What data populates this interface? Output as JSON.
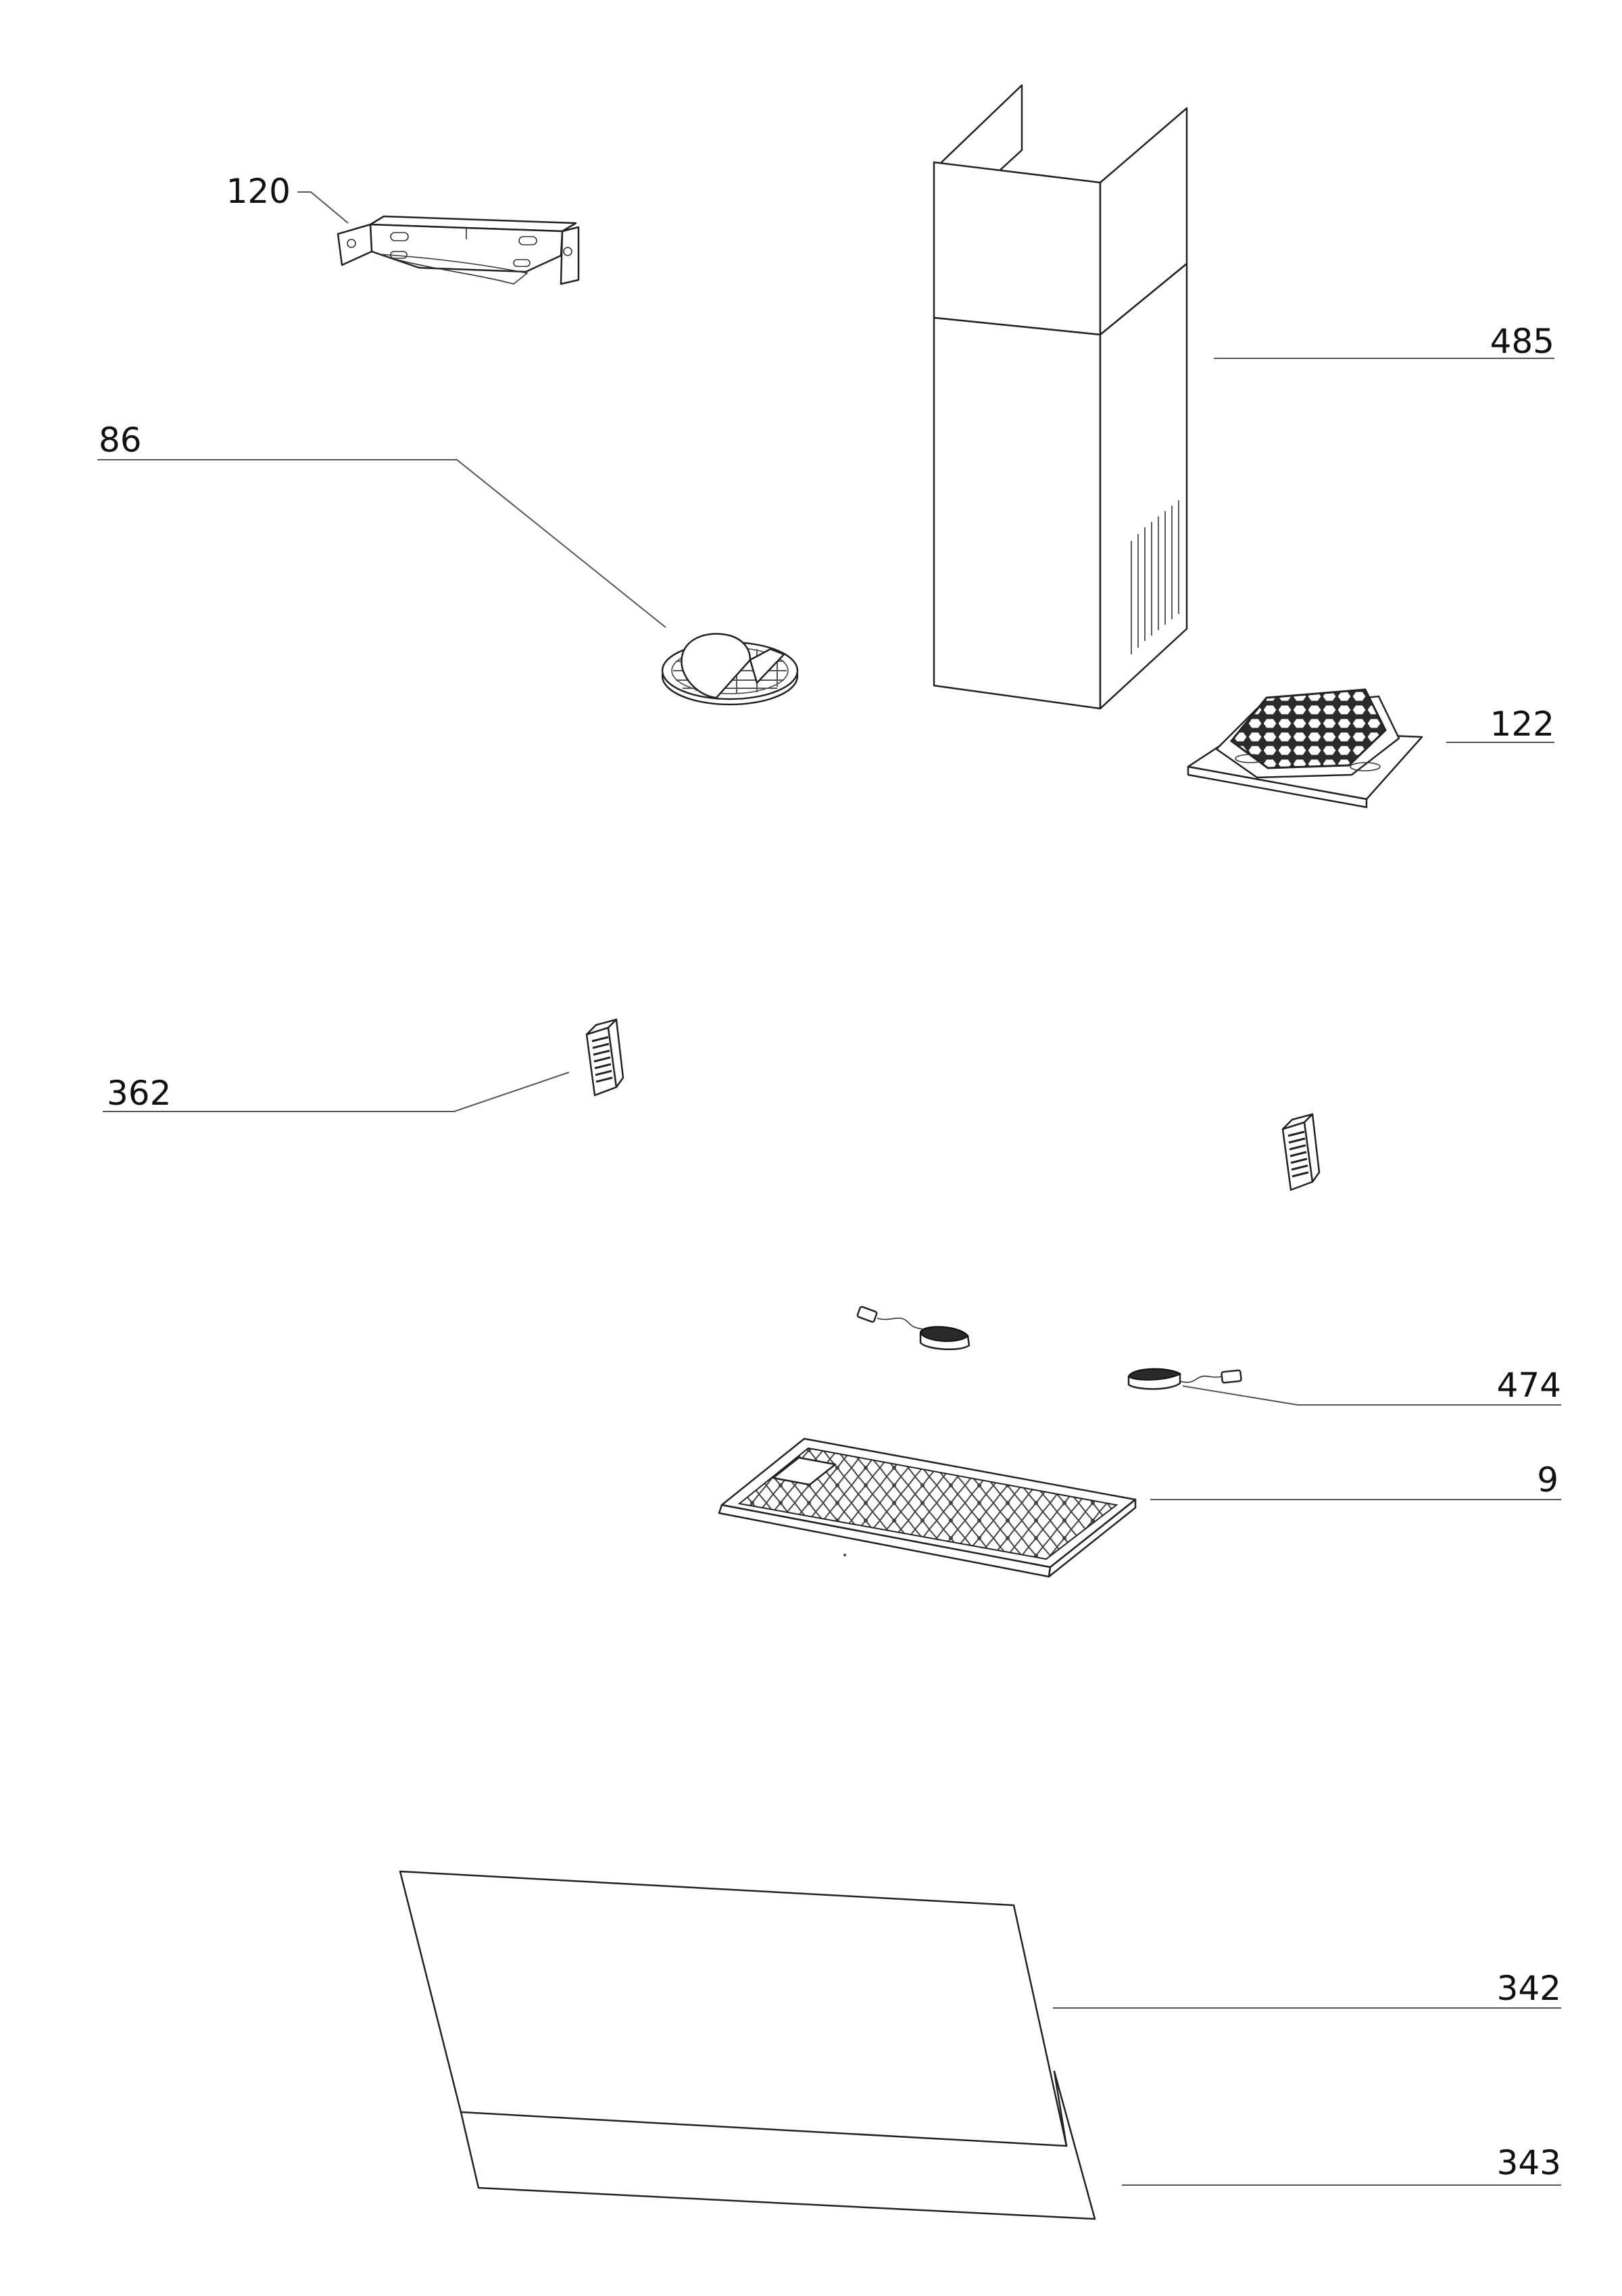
{
  "callouts": {
    "p120": "120",
    "p485": "485",
    "p86": "86",
    "p122": "122",
    "p362": "362",
    "p474": "474",
    "p9": "9",
    "p342": "342",
    "p343": "343"
  }
}
